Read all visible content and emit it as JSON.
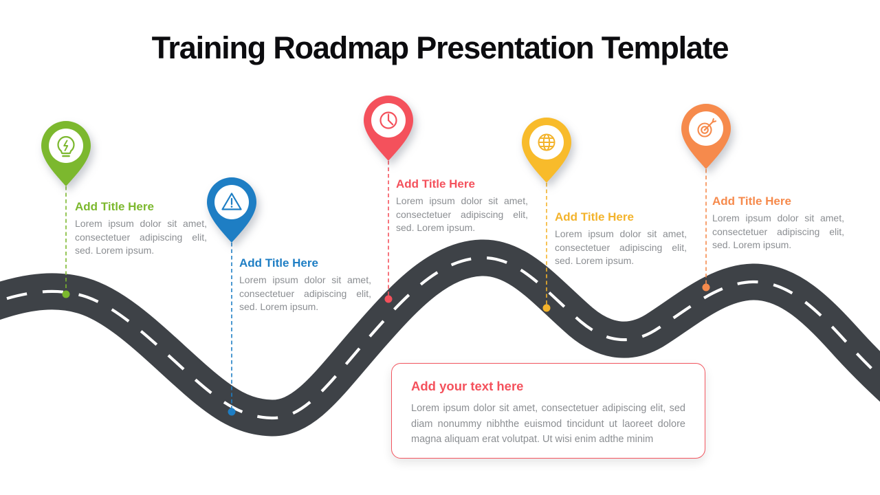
{
  "slide": {
    "title": "Training Roadmap Presentation Template"
  },
  "milestones": [
    {
      "heading": "Add Title Here",
      "body": "Lorem ipsum dolor sit amet, consectetuer adipiscing elit, sed. Lorem ipsum.",
      "icon": "idea-bulb-icon",
      "color": "#7cb82e"
    },
    {
      "heading": "Add Title Here",
      "body": "Lorem ipsum dolor sit amet, consectetuer adipiscing elit, sed. Lorem ipsum.",
      "icon": "warning-triangle-icon",
      "color": "#1e7ec4"
    },
    {
      "heading": "Add Title Here",
      "body": "Lorem ipsum dolor sit amet, consectetuer adipiscing elit, sed. Lorem ipsum.",
      "icon": "clock-icon",
      "color": "#f4515c"
    },
    {
      "heading": "Add Title Here",
      "body": "Lorem ipsum dolor sit amet, consectetuer adipiscing elit, sed. Lorem ipsum.",
      "icon": "globe-icon",
      "color": "#f8bb2b"
    },
    {
      "heading": "Add Title Here",
      "body": "Lorem ipsum dolor sit amet, consectetuer adipiscing elit, sed. Lorem ipsum.",
      "icon": "target-arrow-icon",
      "color": "#f68a4c"
    }
  ],
  "note_box": {
    "heading": "Add your text here",
    "body": "Lorem ipsum dolor sit amet, consectetuer adipiscing elit, sed diam nonummy nibhthe euismod tincidunt ut laoreet dolore magna aliquam erat volutpat. Ut wisi enim adthe minim"
  },
  "road": {
    "asphalt_color": "#3e4247",
    "center_line_color": "#ffffff"
  }
}
